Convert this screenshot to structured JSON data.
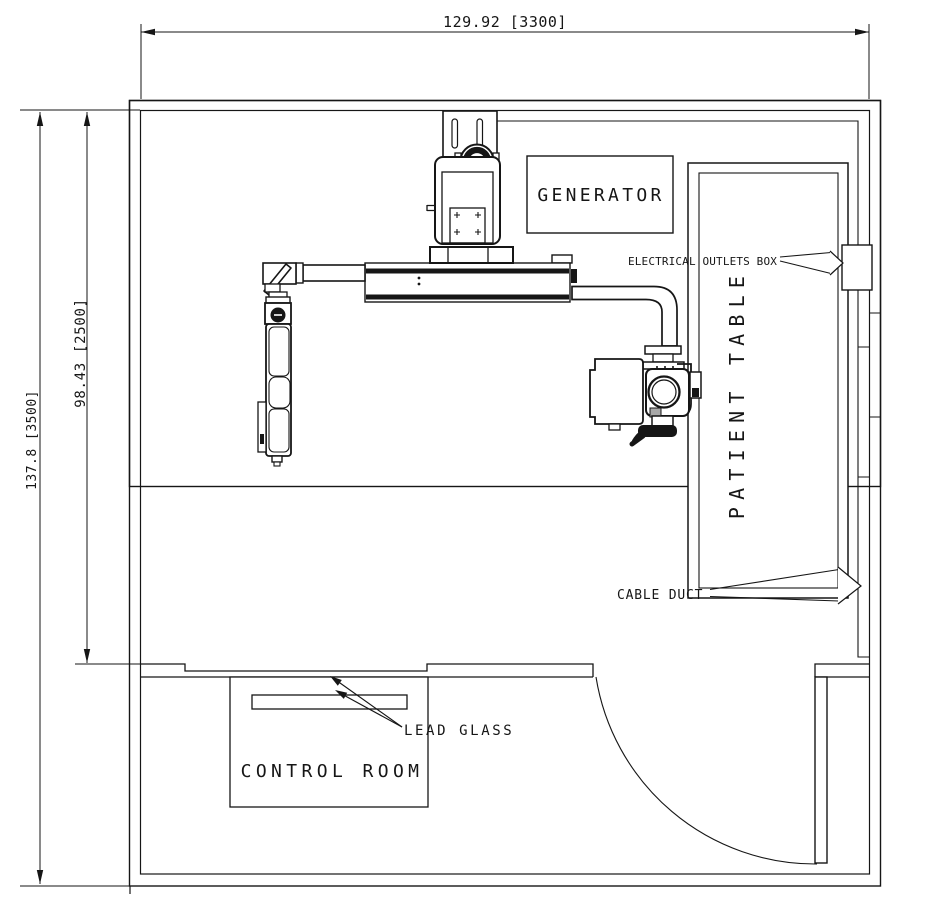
{
  "drawing": {
    "dimensions": {
      "top_width": "129.92 [3300]",
      "outer_height": "137.8 [3500]",
      "inner_height": "98.43 [2500]"
    },
    "labels": {
      "generator": "GENERATOR",
      "electrical_outlets_box": "ELECTRICAL OUTLETS BOX",
      "patient_table": "PATIENT TABLE",
      "cable_duct": "CABLE DUCT",
      "lead_glass": "LEAD GLASS",
      "control_room": "CONTROL ROOM"
    },
    "colors": {
      "line": "#161616",
      "background": "#ffffff"
    }
  }
}
